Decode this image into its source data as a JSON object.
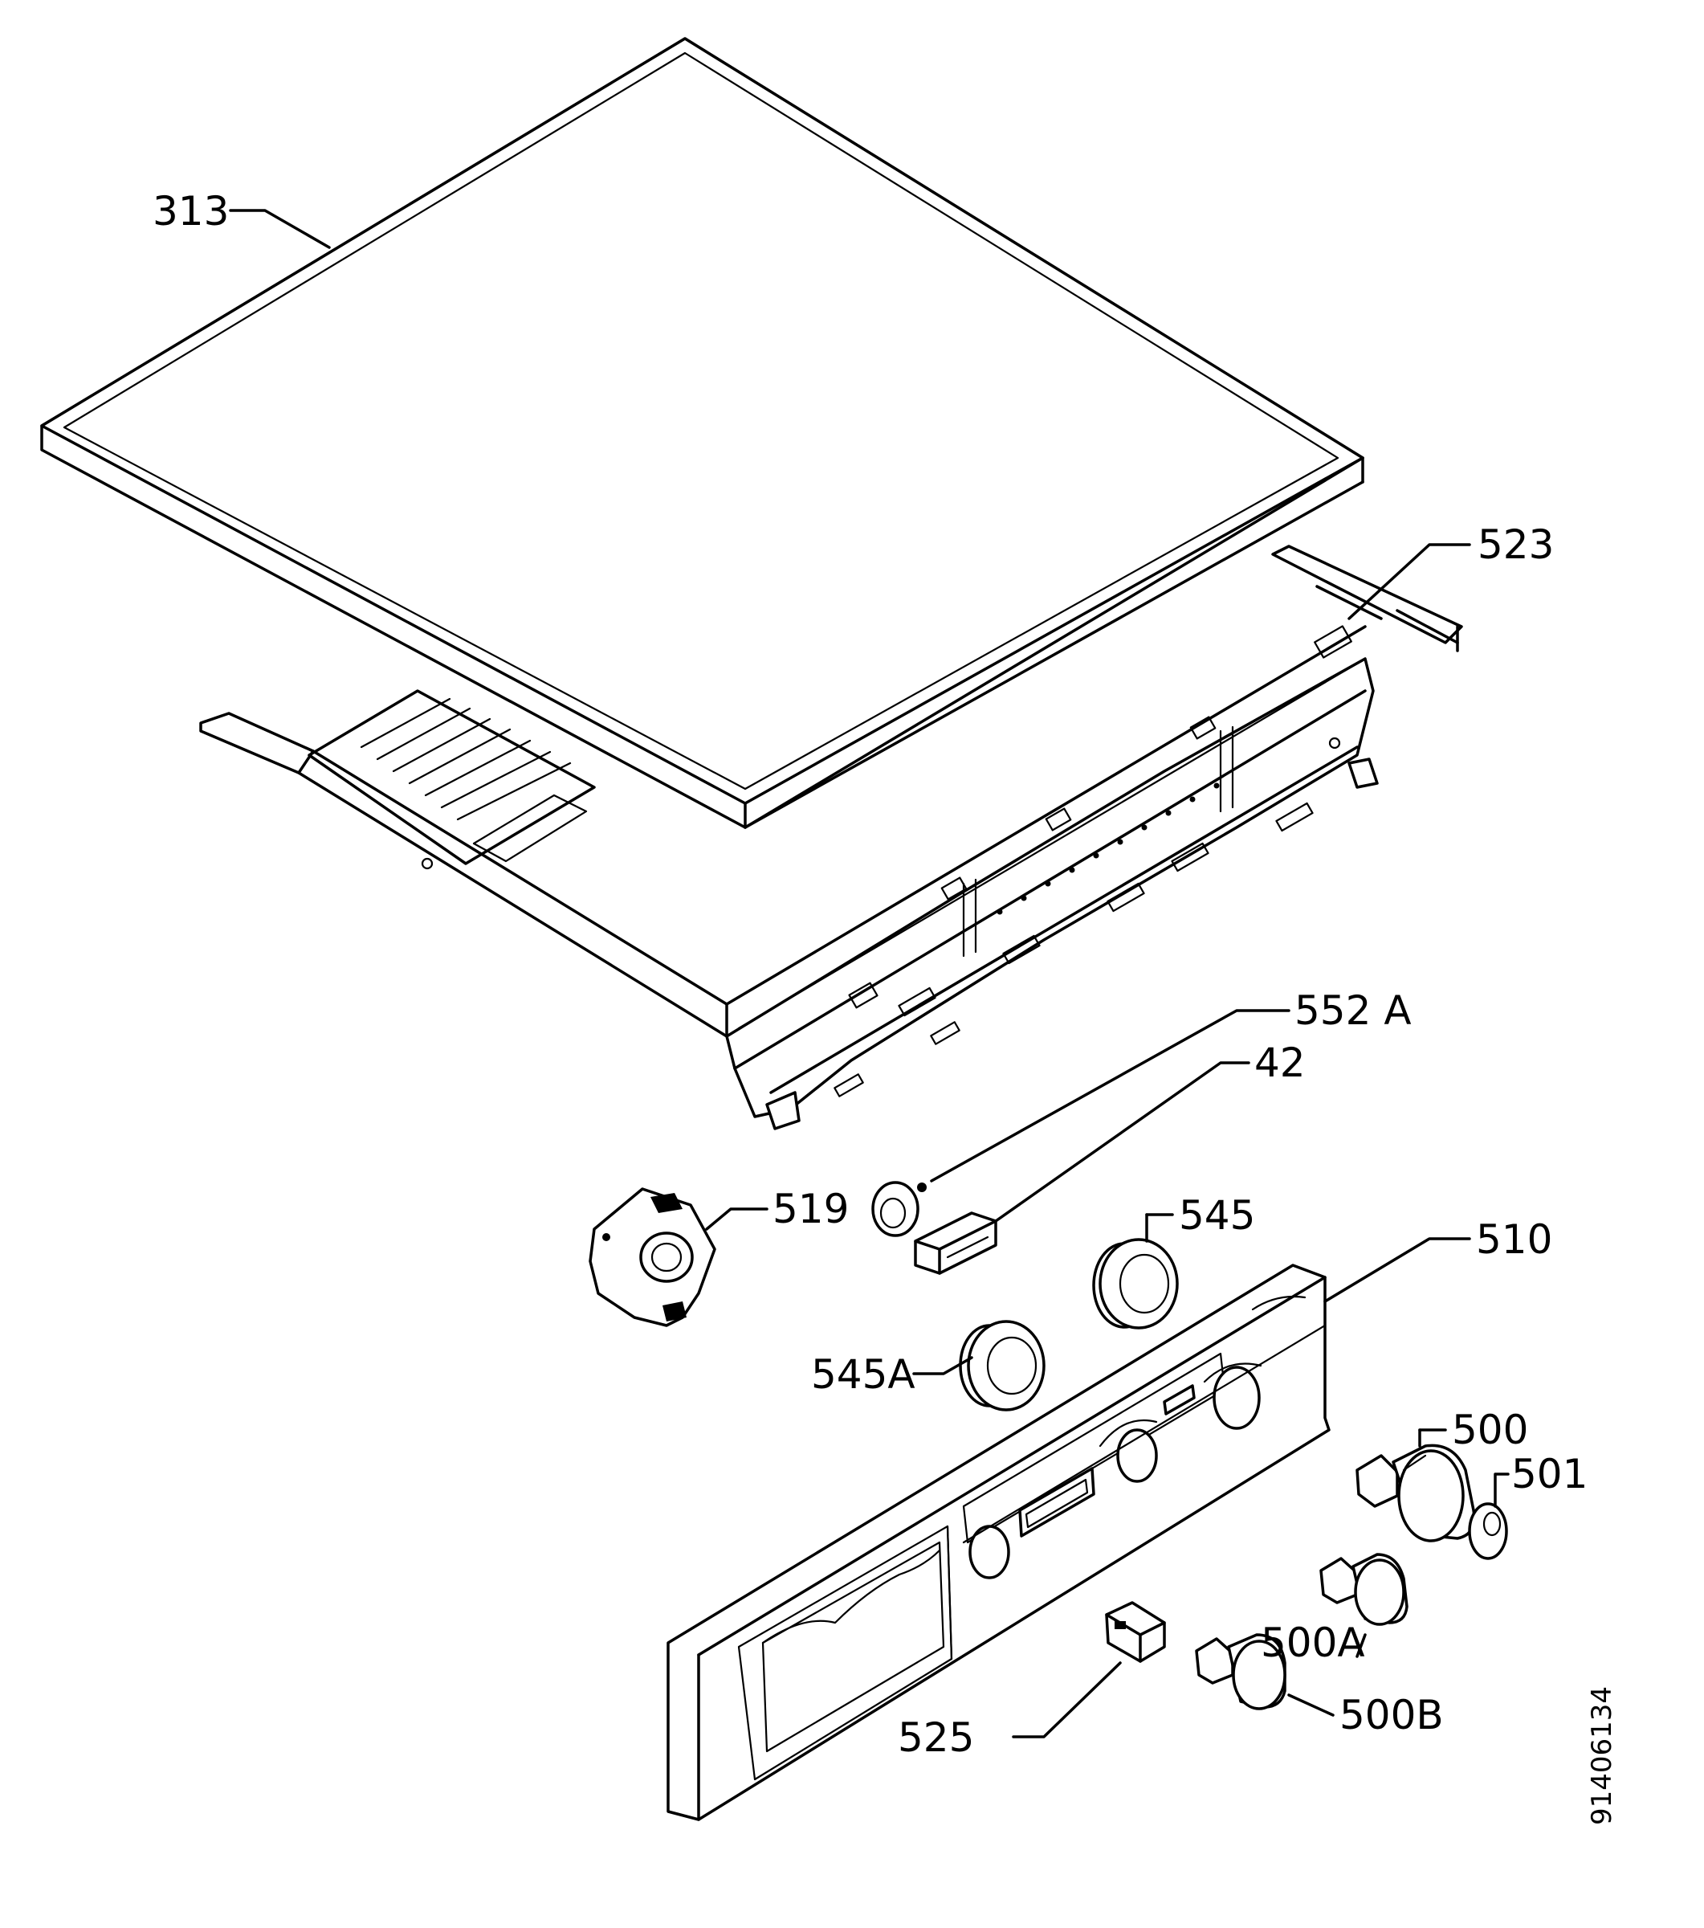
{
  "labels": {
    "l313": "313",
    "l523": "523",
    "l552a": "552 A",
    "l42": "42",
    "l519": "519",
    "l545": "545",
    "l510": "510",
    "l545a": "545A",
    "l500": "500",
    "l501": "501",
    "l500a": "500A",
    "l500b": "500B",
    "l525": "525"
  },
  "drawing_code": "91406134"
}
